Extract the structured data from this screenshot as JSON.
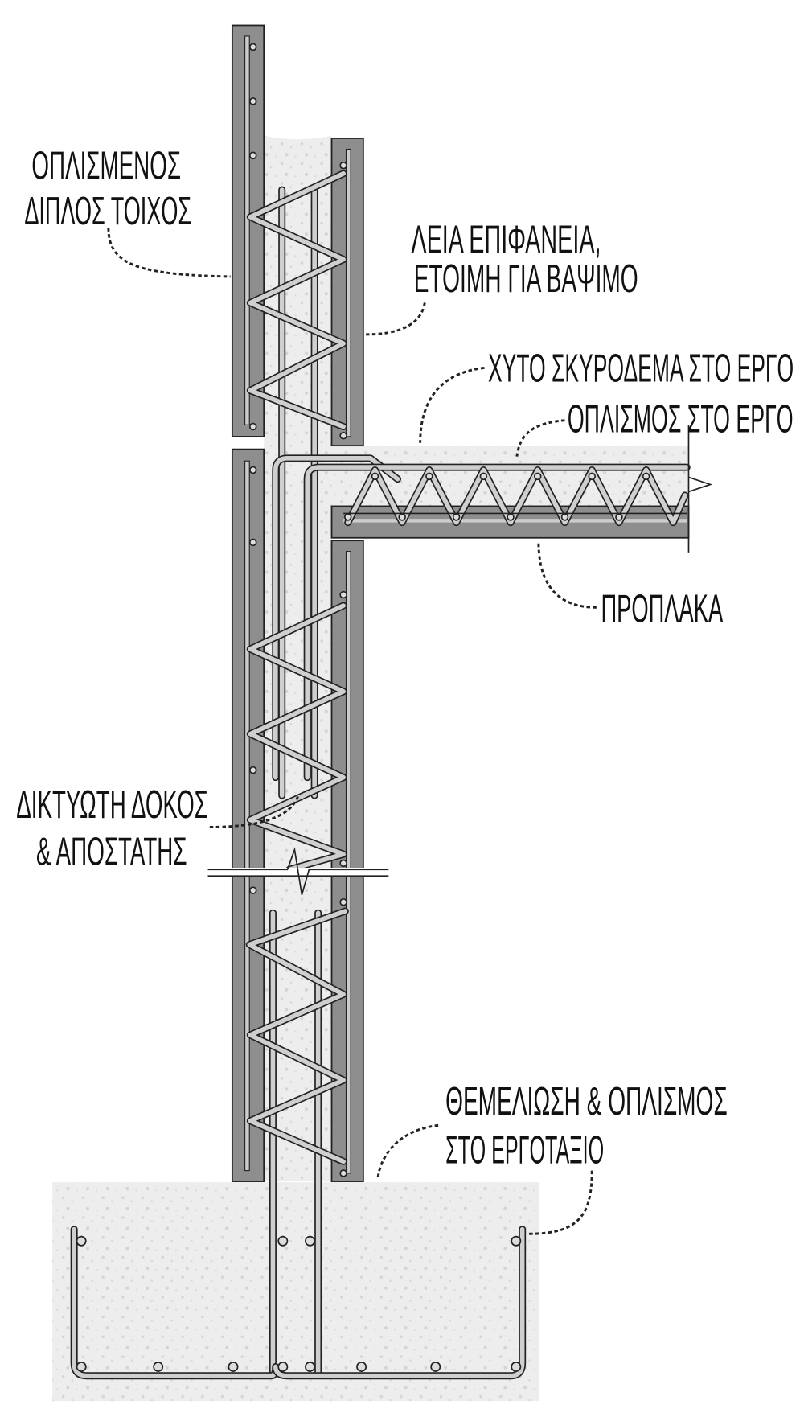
{
  "labels": {
    "reinforced_double_wall": [
      "ΟΠΛΙΣΜΕΝΟΣ",
      "ΔΙΠΛΟΣ ΤΟΙΧΟΣ"
    ],
    "smooth_surface": [
      "ΛΕΙΑ ΕΠΙΦΑΝΕΙΑ,",
      "ΕΤΟΙΜΗ ΓΙΑ ΒΑΨΙΜΟ"
    ],
    "cast_in_place_concrete": "ΧΥΤΟ ΣΚΥΡΟΔΕΜΑ ΣΤΟ ΕΡΓΟ",
    "cast_in_place_reinforcement": "ΟΠΛΙΣΜΟΣ ΣΤΟ ΕΡΓΟ",
    "precast_slab": "ΠΡΟΠΛΑΚΑ",
    "lattice_girder": [
      "ΔΙΚΤΥΩΤΗ ΔΟΚΟΣ",
      "& ΑΠΟΣΤΑΤΗΣ"
    ],
    "foundation": [
      "ΘΕΜΕΛΙΩΣΗ & ΟΠΛΙΣΜΟΣ",
      "ΣΤΟ ΕΡΓΟΤΑΞΙΟ"
    ]
  },
  "colors": {
    "panel": "#8e8e8e",
    "concrete": "#ededed",
    "rebar": "#cfcfcf",
    "outline": "#222222"
  }
}
